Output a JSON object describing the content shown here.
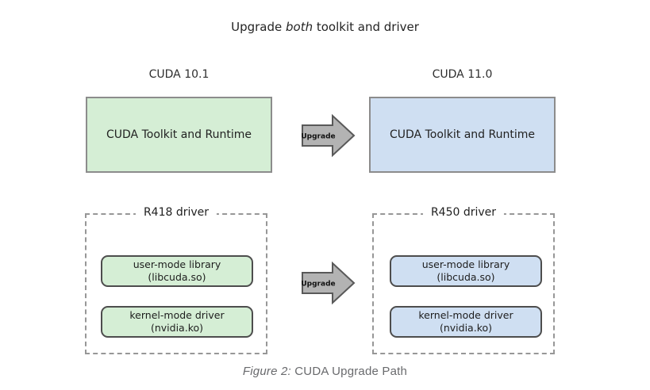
{
  "title": {
    "prefix": "Upgrade ",
    "emphasis": "both",
    "suffix": " toolkit and driver"
  },
  "columns": [
    {
      "version_label": "CUDA 10.1",
      "toolkit_box_label": "CUDA Toolkit and Runtime",
      "driver_group": {
        "label": "R418 driver",
        "components": [
          {
            "name": "user-mode library",
            "detail": "(libcuda.so)"
          },
          {
            "name": "kernel-mode driver",
            "detail": "(nvidia.ko)"
          }
        ]
      }
    },
    {
      "version_label": "CUDA 11.0",
      "toolkit_box_label": "CUDA Toolkit and Runtime",
      "driver_group": {
        "label": "R450 driver",
        "components": [
          {
            "name": "user-mode library",
            "detail": "(libcuda.so)"
          },
          {
            "name": "kernel-mode driver",
            "detail": "(nvidia.ko)"
          }
        ]
      }
    }
  ],
  "arrows": [
    {
      "label": "Upgrade"
    },
    {
      "label": "Upgrade"
    }
  ],
  "caption": {
    "figure_label": "Figure 2:",
    "text": " CUDA Upgrade Path"
  },
  "colors": {
    "cuda_101_fill": "#d5eed5",
    "cuda_110_fill": "#cfdff2",
    "toolkit_box_border": "#8c8c8c",
    "component_border": "#4d4d4d",
    "dashed_border": "#979797",
    "arrow_fill": "#b3b3b3",
    "arrow_border": "#595959",
    "caption_text": "#696a6d"
  }
}
